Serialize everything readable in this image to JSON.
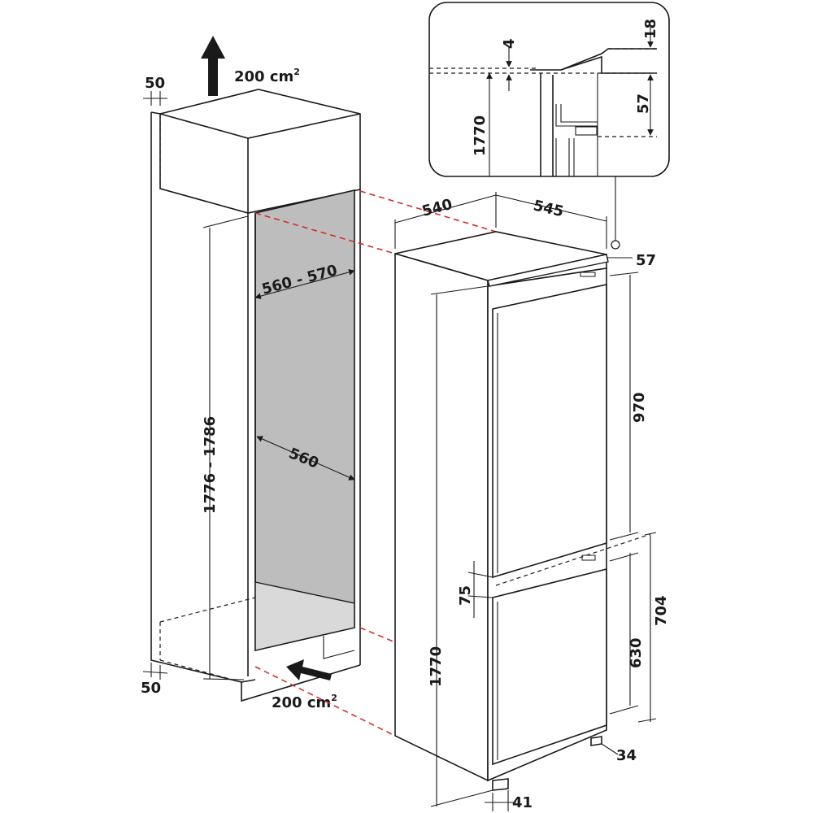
{
  "airflow": {
    "top_area": "200",
    "bottom_area": "200",
    "unit_base": "cm",
    "unit_exp": "2"
  },
  "niche": {
    "top_offset": "50",
    "bottom_offset": "50",
    "width_range": "560 - 570",
    "height_range": "1776 - 1786",
    "depth": "560"
  },
  "appliance": {
    "width": "540",
    "depth": "545",
    "top_gap": "57",
    "door_upper": "970",
    "gap_middle": "75",
    "door_lower": "630",
    "lower_section": "704",
    "height": "1770",
    "foot_right": "34",
    "foot_front": "41"
  },
  "detail": {
    "d4": "4",
    "d18": "18",
    "d57": "57",
    "d1770": "1770"
  }
}
